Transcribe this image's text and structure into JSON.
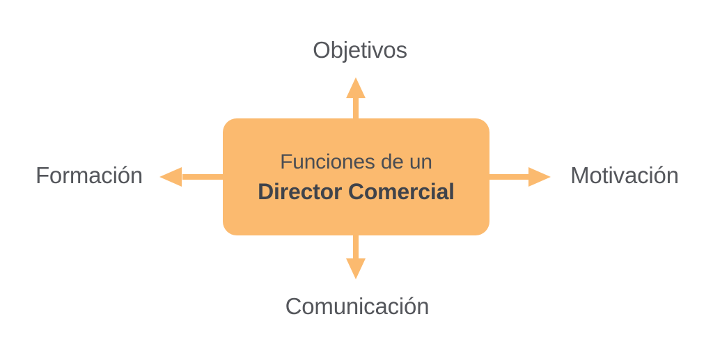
{
  "diagram": {
    "center": {
      "line1": "Funciones de un",
      "line2": "Director Comercial"
    },
    "nodes": [
      {
        "id": "top",
        "label": "Objetivos"
      },
      {
        "id": "right",
        "label": "Motivación"
      },
      {
        "id": "bottom",
        "label": "Comunicación"
      },
      {
        "id": "left",
        "label": "Formación"
      }
    ]
  },
  "colors": {
    "accent_orange": "#FBBA6F",
    "label_text": "#54565B",
    "center_text": "#4A4D53",
    "center_text_bold": "#3F434B",
    "background": "#FFFFFF"
  }
}
